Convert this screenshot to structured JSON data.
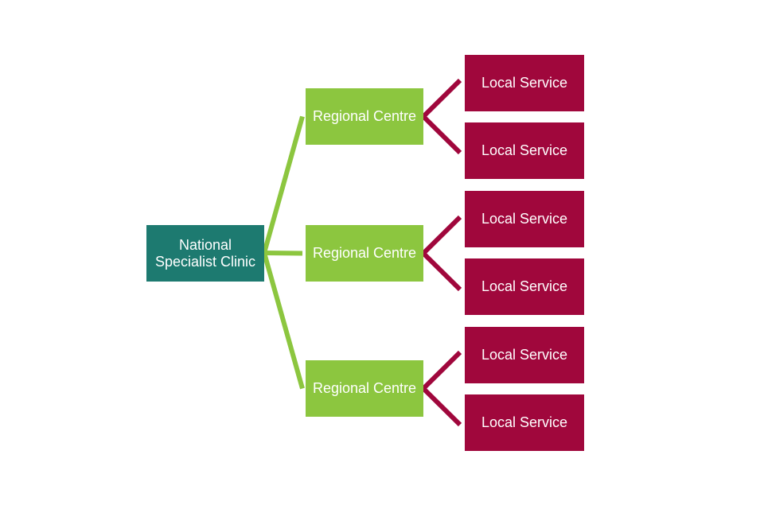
{
  "diagram": {
    "colors": {
      "national": "#1d7a70",
      "regional": "#8cc63f",
      "local": "#a0073c",
      "text": "#ffffff"
    },
    "root": {
      "label": "National Specialist Clinic",
      "children": [
        {
          "label": "Regional Centre",
          "children": [
            {
              "label": "Local Service"
            },
            {
              "label": "Local Service"
            }
          ]
        },
        {
          "label": "Regional Centre",
          "children": [
            {
              "label": "Local Service"
            },
            {
              "label": "Local Service"
            }
          ]
        },
        {
          "label": "Regional Centre",
          "children": [
            {
              "label": "Local Service"
            },
            {
              "label": "Local Service"
            }
          ]
        }
      ]
    }
  }
}
